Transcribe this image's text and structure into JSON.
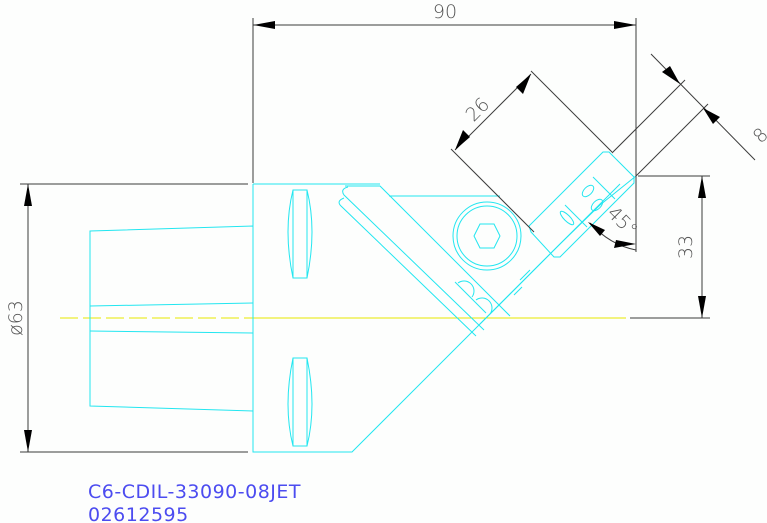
{
  "drawing": {
    "dimensions": {
      "width_total": "90",
      "diameter": "ø63",
      "insert_length": "26",
      "insert_width": "8",
      "offset": "33",
      "angle": "45°"
    },
    "part_number": "C6-CDIL-33090-08JET",
    "code": "02612595",
    "colors": {
      "part_outline": "#22e6f0",
      "dimension_lines": "#3c3c3c",
      "centerline": "#e8e800",
      "label_text": "#4c4cf0"
    }
  }
}
